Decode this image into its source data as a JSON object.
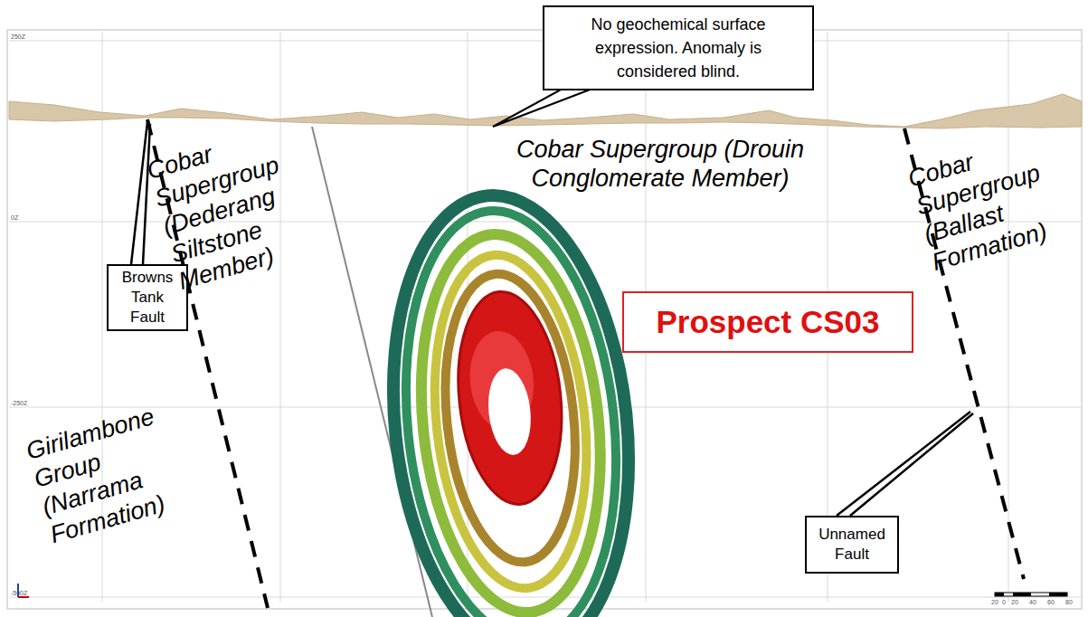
{
  "diagram": {
    "nodes": [
      {
        "text": [
          "No geochemical surface expression. Anomaly is considered blind."
        ]
      },
      {
        "text": [
          "Browns Tank Fault"
        ]
      },
      {
        "text": [
          "Prospect CS03"
        ]
      },
      {
        "text": [
          "Unnamed Fault"
        ]
      }
    ],
    "labels": [
      "Cobar Supergroup (Dederang Siltstone Member)",
      "Cobar Supergroup (Drouin Conglomerate Member)",
      "Cobar Supergroup (Ballast Formation)",
      "Girilambone Group (Narrama Formation)",
      "250Z",
      "0Z",
      "-250Z",
      "-500Z",
      "20",
      "0",
      "20",
      "40",
      "60",
      "80"
    ]
  }
}
